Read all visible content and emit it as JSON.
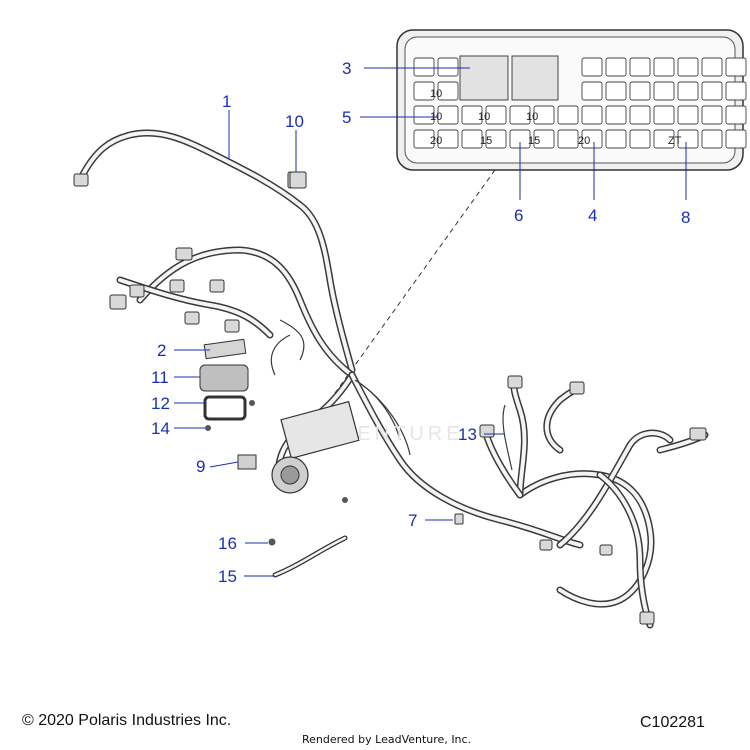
{
  "callouts": {
    "c1": "1",
    "c2": "2",
    "c3": "3",
    "c4": "4",
    "c5": "5",
    "c6": "6",
    "c7": "7",
    "c8": "8",
    "c9": "9",
    "c10": "10",
    "c11": "11",
    "c12": "12",
    "c13": "13",
    "c14": "14",
    "c15": "15",
    "c16": "16"
  },
  "fuse_box": {
    "row1": [
      "10"
    ],
    "row2": [
      "10",
      "10",
      "10"
    ],
    "row3": [
      "20",
      "15",
      "15",
      "20",
      "ZT"
    ]
  },
  "footer": {
    "copyright": "© 2020 Polaris Industries Inc.",
    "rendered_by": "Rendered by LeadVenture, Inc.",
    "diagram_id": "C102281"
  },
  "colors": {
    "callout": "#1a2fb5",
    "line_art": "#3a3a3a"
  }
}
